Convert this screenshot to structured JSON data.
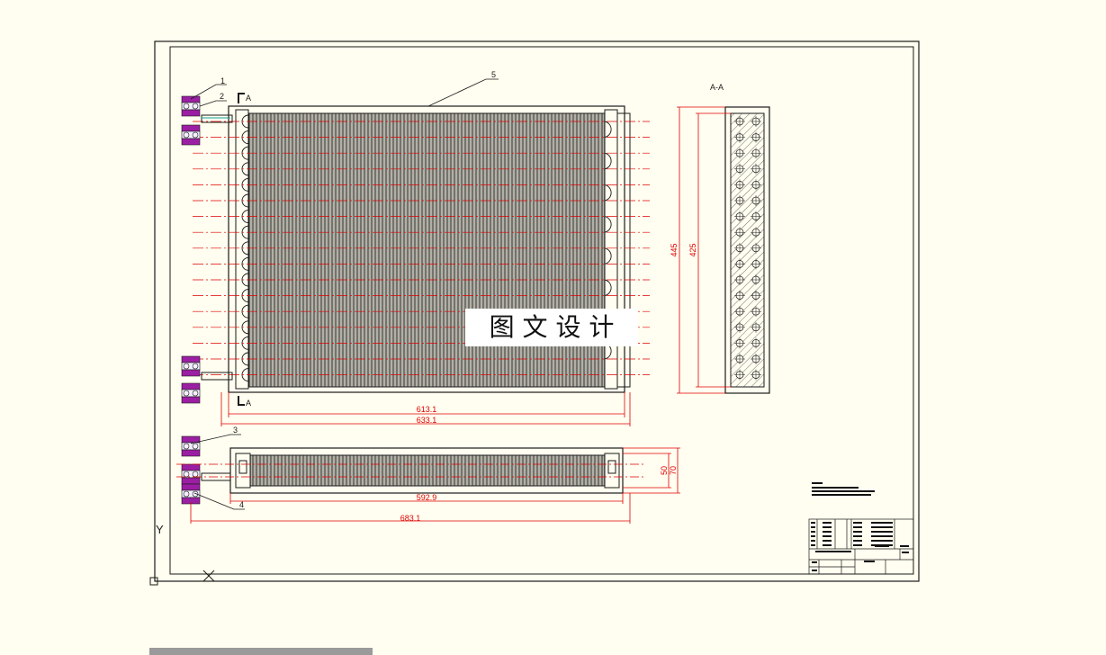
{
  "drawing": {
    "section_label": "A-A",
    "section_marker": "A",
    "watermark": "图 文 设 计",
    "part_numbers": [
      "1",
      "2",
      "3",
      "4",
      "5"
    ],
    "axis_x": "X",
    "axis_y": "Y",
    "dimensions": {
      "width_inner": "613.1",
      "width_outer": "633.1",
      "height_outer": "445",
      "height_inner": "425",
      "side_length": "592.9",
      "total_length": "683.1",
      "depth_inner": "50",
      "depth_outer": "70"
    },
    "status_text": "",
    "colors": {
      "background": "#fffef0",
      "line": "#1a1a1a",
      "dimension": "#e00000",
      "fitting": "#9b1fa3"
    }
  }
}
